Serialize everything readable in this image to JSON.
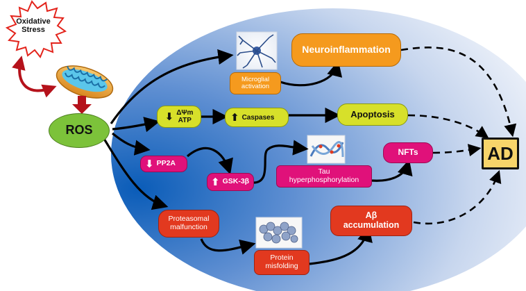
{
  "oxidative_stress": "Oxidative Stress",
  "ros": "ROS",
  "ad": "AD",
  "microglial_activation": "Microglial activation",
  "neuroinflammation": "Neuroinflammation",
  "delta_psi": "ΔΨm",
  "atp": "ATP",
  "caspases": "Caspases",
  "apoptosis": "Apoptosis",
  "pp2a": "PP2A",
  "gsk3b": "GSK-3β",
  "tau_line1": "Tau",
  "tau_line2": "hyperphosphorylation",
  "nfts": "NFTs",
  "proteasomal_line1": "Proteasomal",
  "proteasomal_line2": "malfunction",
  "protein_misfolding_line1": "Protein",
  "protein_misfolding_line2": "misfolding",
  "abeta_line1": "Aβ",
  "abeta_line2": "accumulation",
  "colors": {
    "oval_blue": "#1a73c7",
    "yellow": "#d7e02a",
    "magenta": "#e0117a",
    "red": "#e2391f",
    "orange": "#f59a1e",
    "ros_green": "#7cc23a",
    "ad_yellow": "#f7d46a",
    "dark_red_arrow": "#b5121b"
  },
  "icons": {
    "down": "down-arrow-icon",
    "up": "up-arrow-icon"
  }
}
